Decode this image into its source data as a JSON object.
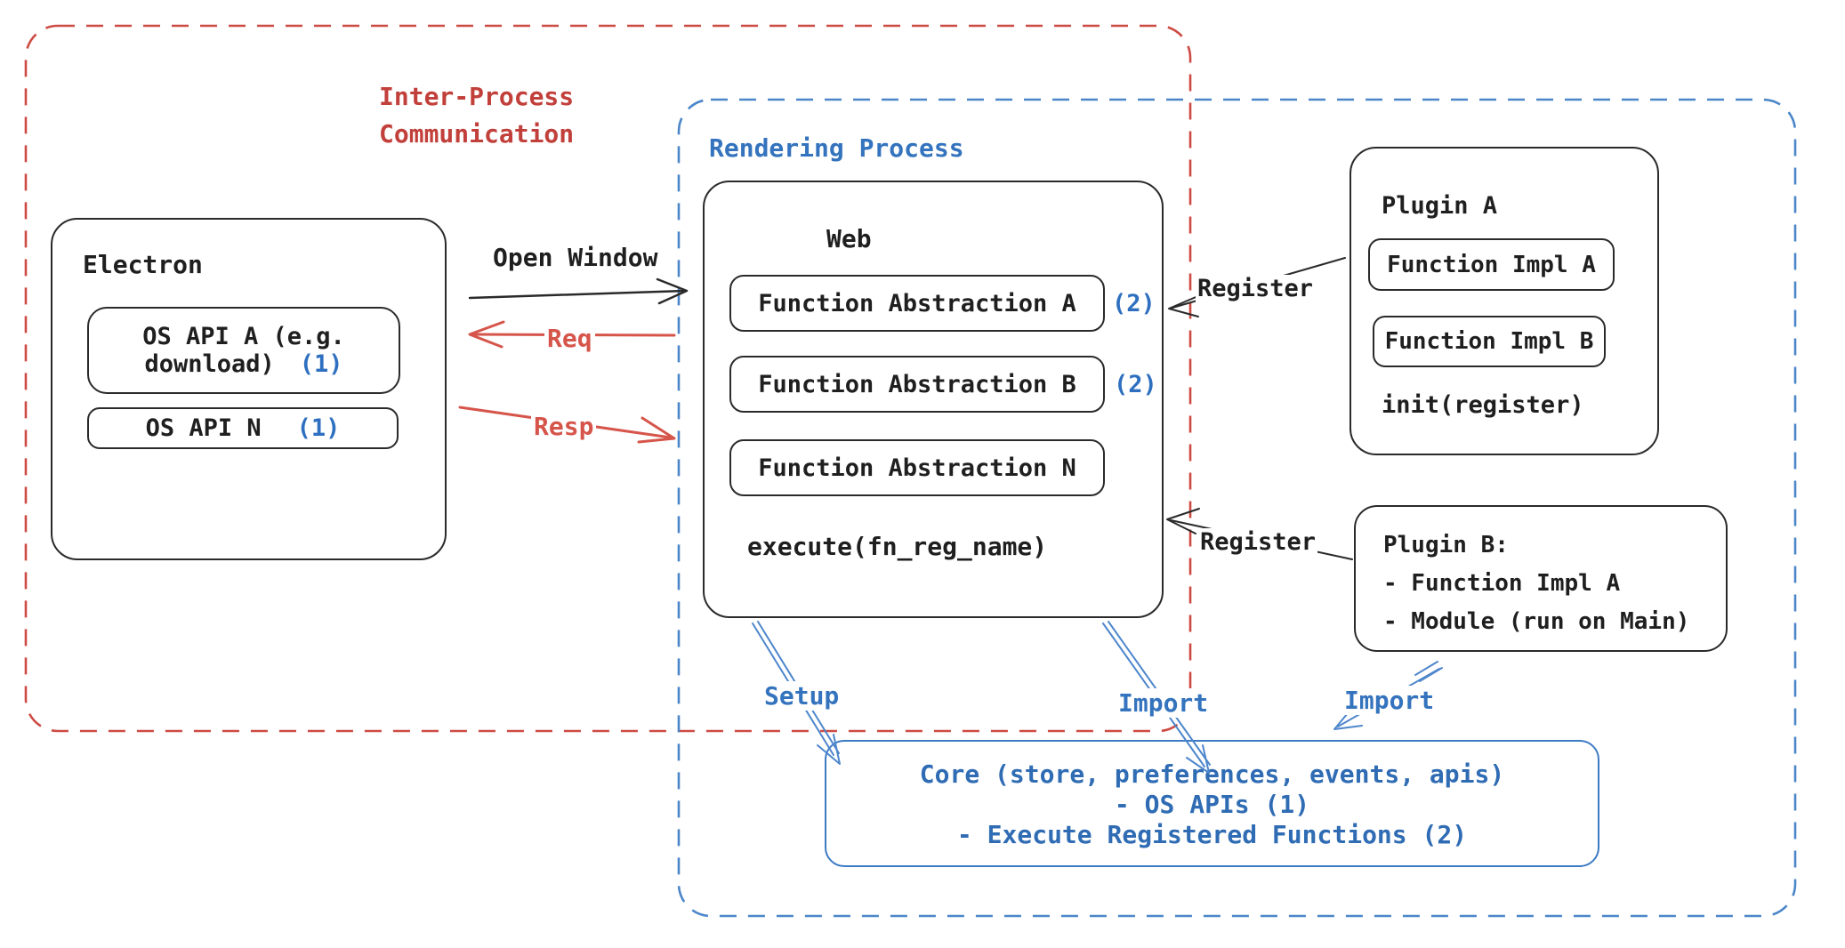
{
  "regions": {
    "ipc": {
      "title_line1": "Inter-Process",
      "title_line2": "Communication"
    },
    "rendering": {
      "title": "Rendering Process"
    }
  },
  "electron": {
    "title": "Electron",
    "os_api_a_line1": "OS API A (e.g.",
    "os_api_a_line2": "download)",
    "os_api_a_badge": "(1)",
    "os_api_n_label": "OS API N",
    "os_api_n_badge": "(1)"
  },
  "web": {
    "title": "Web",
    "abstractions": [
      {
        "label": "Function Abstraction A",
        "badge": "(2)"
      },
      {
        "label": "Function Abstraction B",
        "badge": "(2)"
      },
      {
        "label": "Function Abstraction N",
        "badge": ""
      }
    ],
    "execute_label": "execute(fn_reg_name)"
  },
  "plugin_a": {
    "title": "Plugin A",
    "impl_a_label": "Function Impl A",
    "impl_b_label": "Function Impl B",
    "init_label": "init(register)"
  },
  "plugin_b": {
    "title": "Plugin B:",
    "item_1": "- Function Impl A",
    "item_2": "- Module (run on Main)"
  },
  "core": {
    "line1": "Core (store, preferences, events, apis)",
    "line2": "- OS APIs (1)",
    "line3": "- Execute Registered Functions (2)"
  },
  "arrows": {
    "open_window": "Open Window",
    "req": "Req",
    "resp": "Resp",
    "register_top": "Register",
    "register_bottom": "Register",
    "setup": "Setup",
    "import_web": "Import",
    "import_plugin": "Import"
  },
  "colors": {
    "red_border": "#cd4a43",
    "red_title": "#c2403b",
    "red_arrow": "#d6554b",
    "blue_border": "#4b86c9",
    "blue_title": "#3473bd",
    "blue_badge": "#2e6fc0",
    "core_text": "#2f6cb4",
    "ink": "#2a2a2a"
  }
}
